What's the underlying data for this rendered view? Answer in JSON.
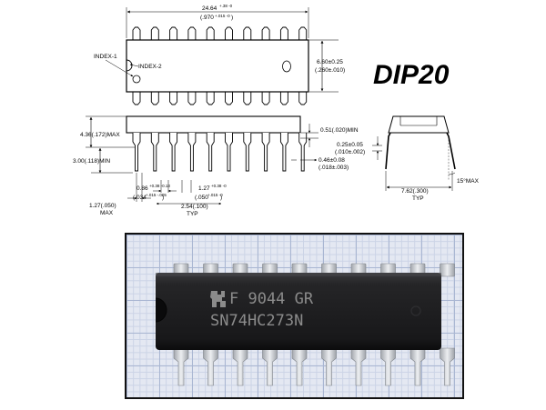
{
  "title": "DIP20",
  "dimensions": {
    "overall_length": "24.64",
    "overall_length_tol": "+.38 -0",
    "overall_length_in": "(.970",
    "overall_length_in_tol": "+.015 -0",
    "overall_length_in_close": ")",
    "body_width": "6.60±0.25",
    "body_width_in": "(.260±.010)",
    "height_max": "4.36(.172)MAX",
    "lead_length_min": "3.00(.118)MIN",
    "standoff_min": "0.51(.020)MIN",
    "lead_thickness": "0.25±0.05",
    "lead_thickness_in": "(.010±.002)",
    "lead_width": "0.46±0.08",
    "lead_width_in": "(.018±.003)",
    "shoulder_width": "0.86",
    "shoulder_width_tol": "+0.38 -0.13",
    "shoulder_width_in": "(.034",
    "shoulder_width_in_tol": "+.015 -.005",
    "shoulder_width_in_close": ")",
    "shoulder_width2": "1.27",
    "shoulder_width2_tol": "+0.38 -0",
    "shoulder_width2_in": "(.050",
    "shoulder_width2_in_tol": "+.015 -0",
    "shoulder_width2_in_close": ")",
    "pitch": "2.54(.100)",
    "pitch_note": "TYP",
    "end_offset": "1.27(.050)",
    "end_offset_note": "MAX",
    "row_spacing": "7.62(.300)",
    "row_spacing_note": "TYP",
    "lead_angle": "15°MAX"
  },
  "labels": {
    "index1": "INDEX-1",
    "index2": "INDEX-2"
  },
  "chip_marking": {
    "line1": "F 9044 GR",
    "line2": "SN74HC273N"
  },
  "colors": {
    "chip_body": "#1c1c1e",
    "grid_major": "#a9b6d2",
    "grid_minor": "#cbd3e6",
    "marking": "#8b8b8b",
    "lead": "#c9ccd2"
  }
}
